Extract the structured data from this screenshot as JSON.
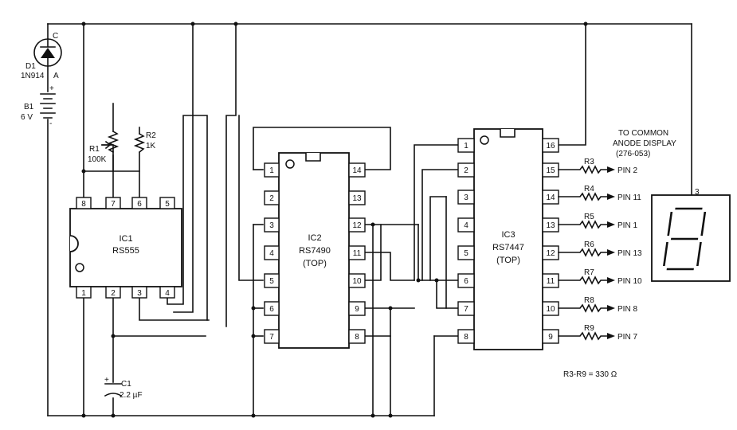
{
  "components": {
    "d1": {
      "ref": "D1",
      "part": "1N914",
      "anode": "A",
      "cathode": "C"
    },
    "b1": {
      "ref": "B1",
      "value": "6 V"
    },
    "r1": {
      "ref": "R1",
      "value": "100K"
    },
    "r2": {
      "ref": "R2",
      "value": "1K"
    },
    "c1": {
      "ref": "C1",
      "value": "2.2 µF"
    },
    "ic1": {
      "ref": "IC1",
      "part": "RS555",
      "top_pins": [
        "8",
        "7",
        "6",
        "5"
      ],
      "bottom_pins": [
        "1",
        "2",
        "3",
        "4"
      ]
    },
    "ic2": {
      "ref": "IC2",
      "part": "RS7490",
      "note": "(TOP)",
      "left_pins": [
        "1",
        "2",
        "3",
        "4",
        "5",
        "6",
        "7"
      ],
      "right_pins": [
        "14",
        "13",
        "12",
        "11",
        "10",
        "9",
        "8"
      ]
    },
    "ic3": {
      "ref": "IC3",
      "part": "RS7447",
      "note": "(TOP)",
      "left_pins": [
        "1",
        "2",
        "3",
        "4",
        "5",
        "6",
        "7",
        "8"
      ],
      "right_pins": [
        "16",
        "15",
        "14",
        "13",
        "12",
        "11",
        "10",
        "9"
      ]
    }
  },
  "outputs": [
    {
      "resistor": "R3",
      "target": "PIN 2"
    },
    {
      "resistor": "R4",
      "target": "PIN 11"
    },
    {
      "resistor": "R5",
      "target": "PIN 1"
    },
    {
      "resistor": "R6",
      "target": "PIN 13"
    },
    {
      "resistor": "R7",
      "target": "PIN 10"
    },
    {
      "resistor": "R8",
      "target": "PIN 8"
    },
    {
      "resistor": "R9",
      "target": "PIN 7"
    }
  ],
  "display": {
    "caption_line1": "TO COMMON",
    "caption_line2": "ANODE DISPLAY",
    "caption_line3": "(276-053)",
    "pin_label": "3"
  },
  "resistor_note": "R3-R9 = 330 Ω",
  "polarity_plus": "+",
  "polarity_minus": "-"
}
